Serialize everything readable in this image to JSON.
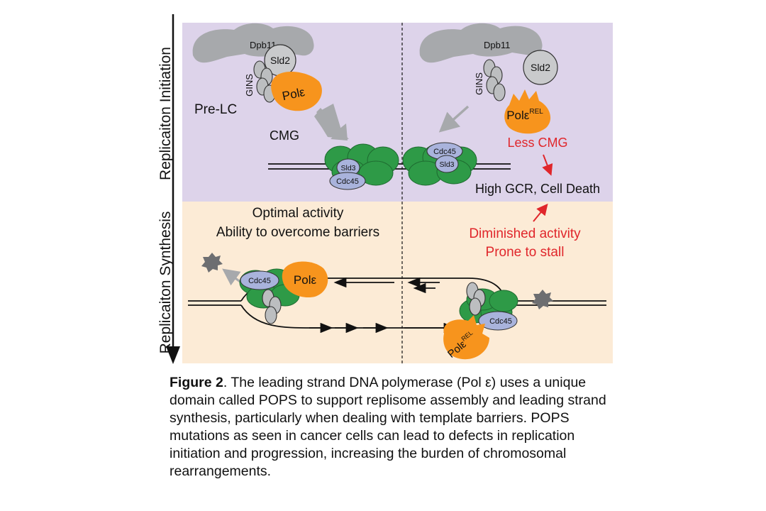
{
  "figure": {
    "side_labels": {
      "top": "Replicaiton Initiation",
      "bottom": "Replicaiton Synthesis"
    },
    "initiation": {
      "left": {
        "dpb11": "Dpb11",
        "sld2": "Sld2",
        "gins": "GINS",
        "pol": "Polε",
        "pre_lc": "Pre-LC",
        "cmg": "CMG"
      },
      "right": {
        "dpb11": "Dpb11",
        "sld2": "Sld2",
        "gins": "GINS",
        "pol": "Polε",
        "pol_sup": "REL",
        "less_cmg": "Less CMG",
        "outcome": "High GCR, Cell Death"
      },
      "center": {
        "sld3_left": "Sld3",
        "cdc45_left": "Cdc45",
        "cdc45_right": "Cdc45",
        "sld3_right": "Sld3"
      }
    },
    "synthesis": {
      "left": {
        "line1": "Optimal activity",
        "line2": "Ability to overcome barriers",
        "cdc45": "Cdc45",
        "pol": "Polε"
      },
      "right": {
        "line1": "Diminished activity",
        "line2": "Prone to stall",
        "cdc45": "Cdc45",
        "pol": "Polε",
        "pol_sup": "REL"
      }
    },
    "colors": {
      "initiation_bg": "#ddd3ea",
      "synthesis_bg": "#fcebd6",
      "pol_orange": "#f7941d",
      "mcm_green": "#2e9a47",
      "cdc45_blue": "#a9b3dc",
      "grey": "#a7a9ac",
      "red": "#e0262b"
    }
  },
  "caption": {
    "label": "Figure 2",
    "text": ". The leading strand DNA polymerase (Pol ε) uses a unique domain called POPS to support replisome assembly and leading strand synthesis, particularly when dealing with template barriers. POPS mutations as seen in cancer cells can lead to defects in replication initiation and progression, increasing the burden of chromosomal rearrangements."
  }
}
